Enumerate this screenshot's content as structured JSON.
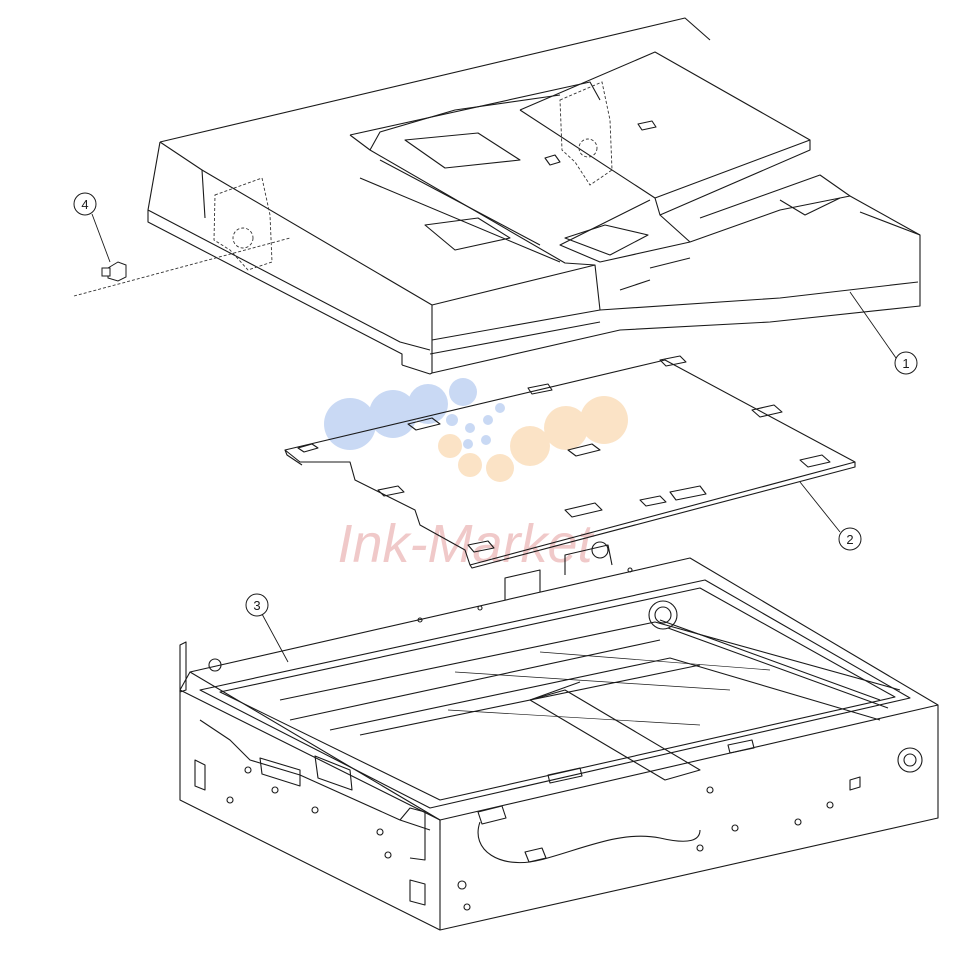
{
  "diagram": {
    "callouts": [
      {
        "id": "1",
        "label": "1"
      },
      {
        "id": "2",
        "label": "2"
      },
      {
        "id": "3",
        "label": "3"
      },
      {
        "id": "4",
        "label": "4"
      }
    ],
    "watermark": {
      "text": "Ink-Market"
    },
    "colors": {
      "line": "#1a1a1a",
      "dash": "#333333",
      "watermark_blue": "#c9d9f4",
      "watermark_orange": "#fbe3c6",
      "watermark_red": "#f0c9c9"
    }
  }
}
